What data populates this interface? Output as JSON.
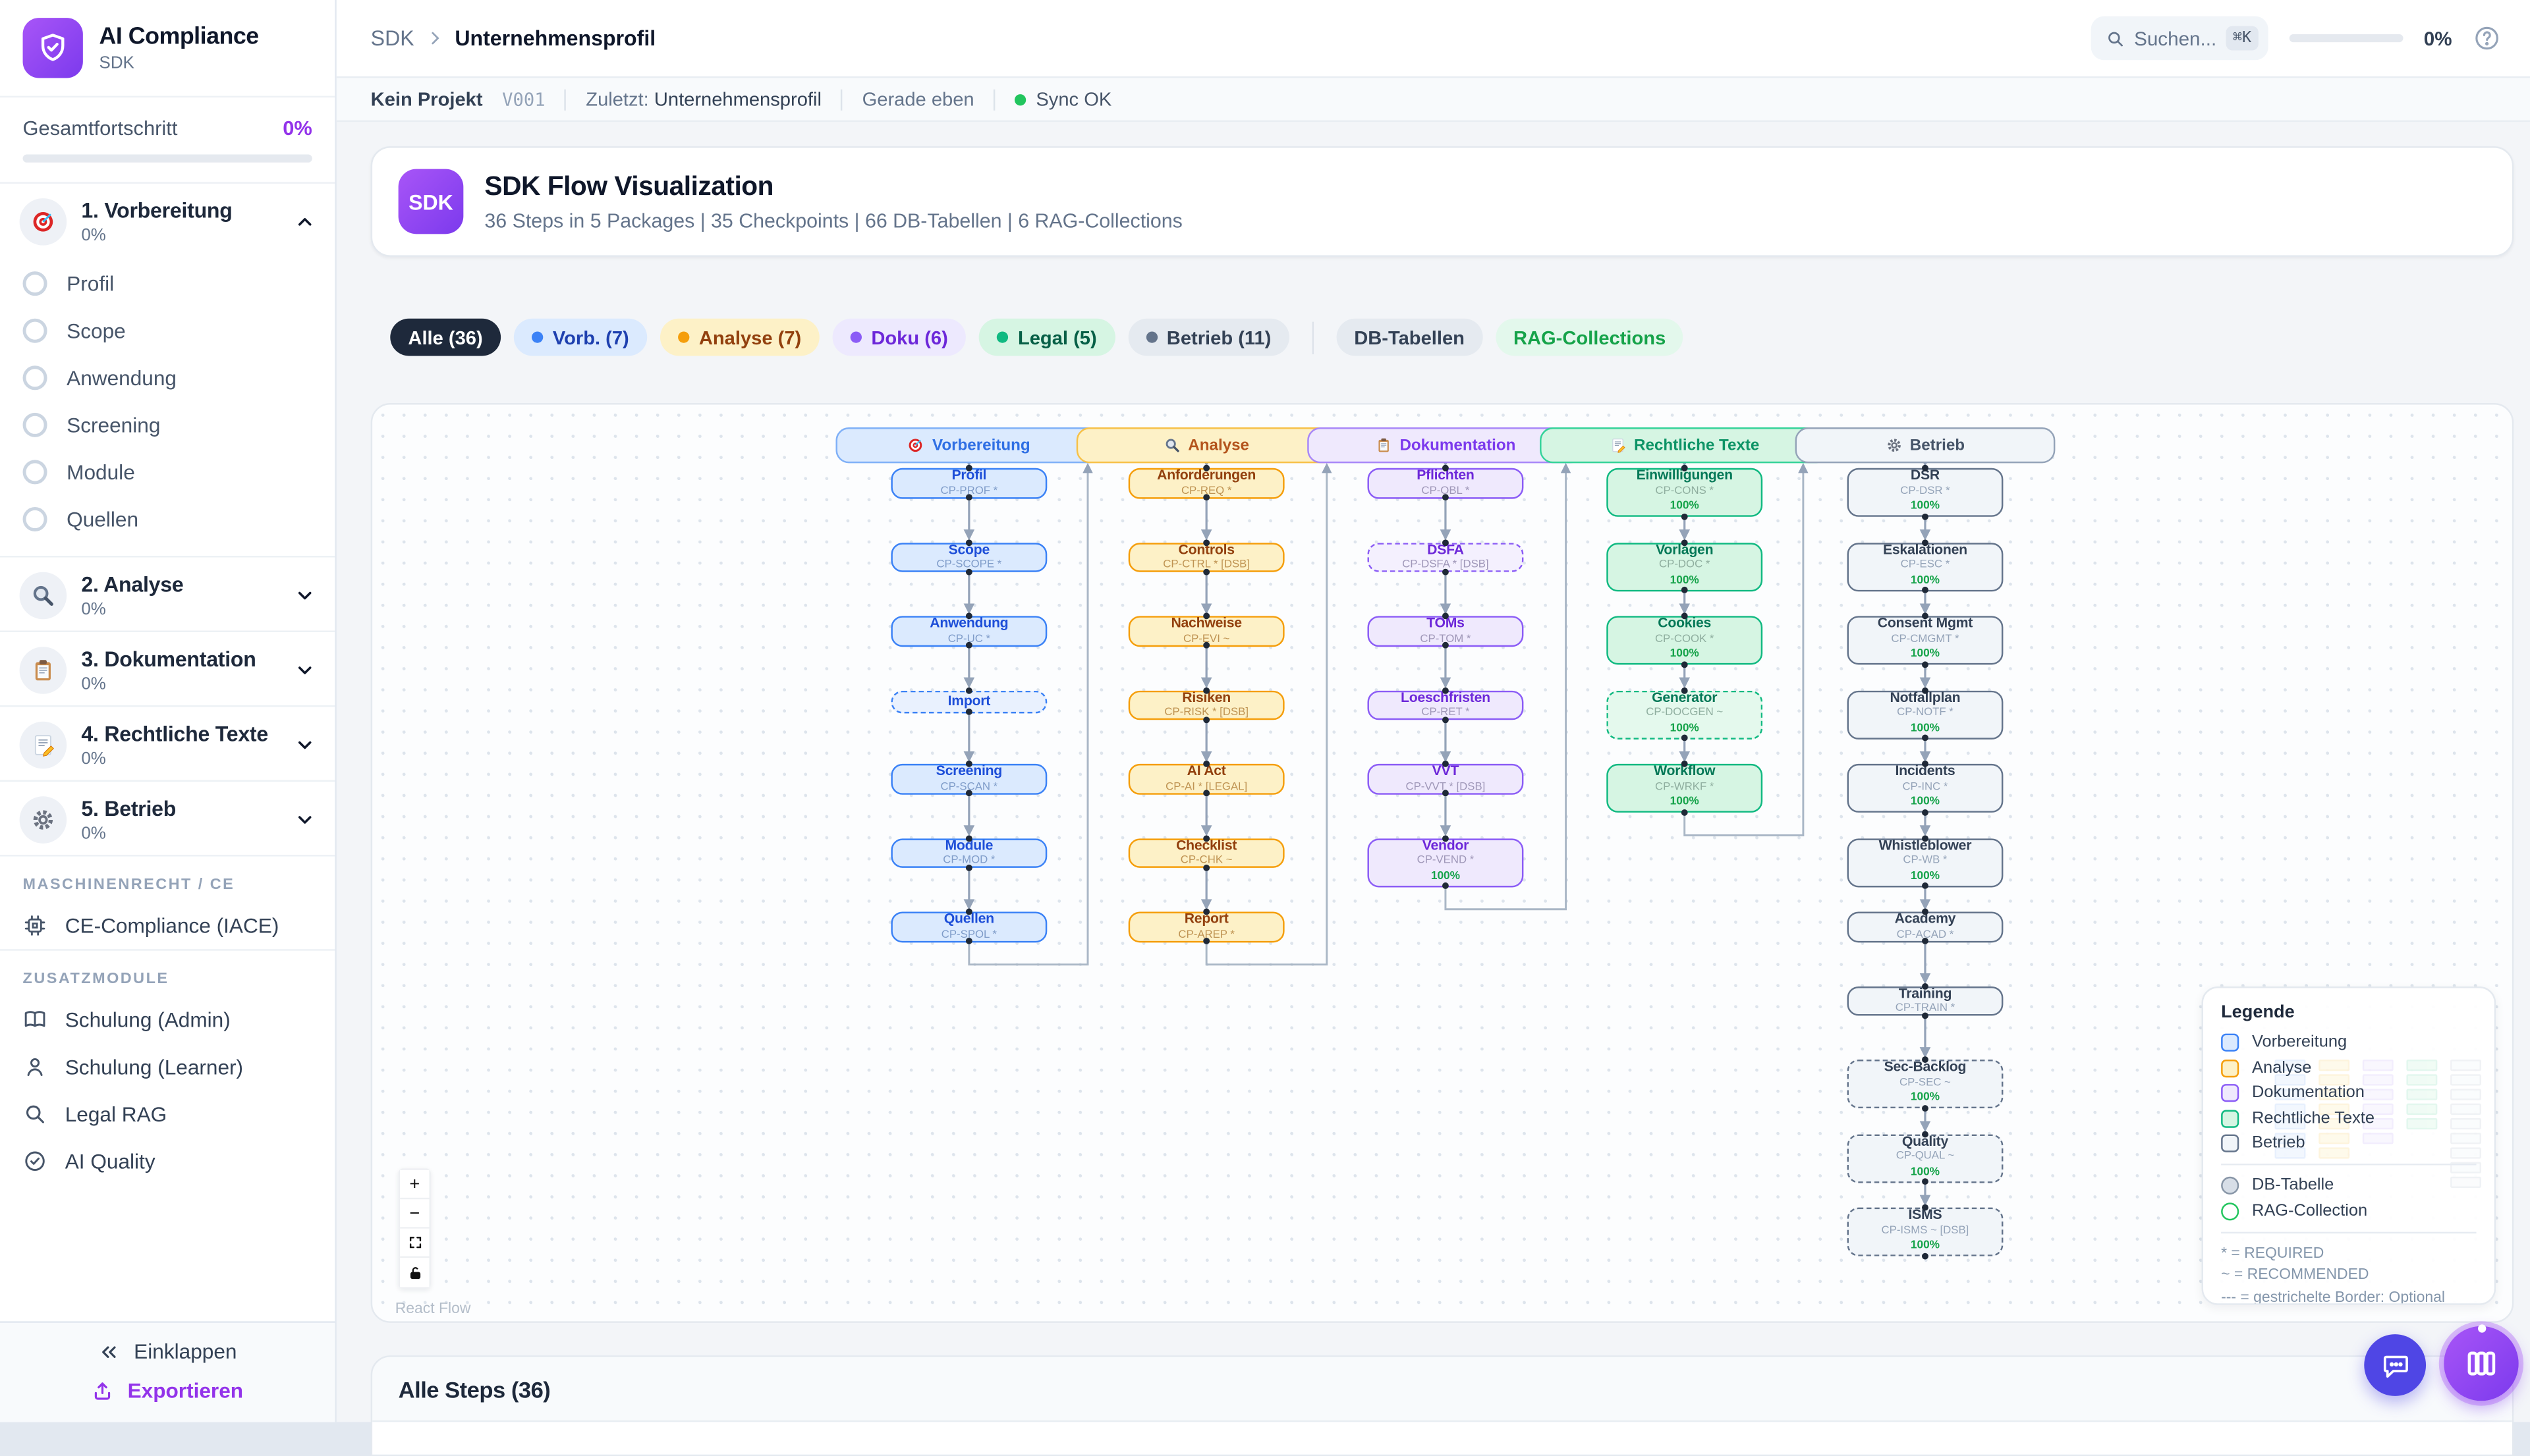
{
  "app": {
    "title": "AI Compliance",
    "subtitle": "SDK"
  },
  "sidebar": {
    "progress_label": "Gesamtfortschritt",
    "progress_value": "0%",
    "sections": [
      {
        "icon": "target",
        "label": "1. Vorbereitung",
        "progress": "0%",
        "expanded": true,
        "items": [
          "Profil",
          "Scope",
          "Anwendung",
          "Screening",
          "Module",
          "Quellen"
        ]
      },
      {
        "icon": "magnifier",
        "label": "2. Analyse",
        "progress": "0%",
        "expanded": false,
        "items": []
      },
      {
        "icon": "clipboard",
        "label": "3. Dokumentation",
        "progress": "0%",
        "expanded": false,
        "items": []
      },
      {
        "icon": "memo",
        "label": "4. Rechtliche Texte",
        "progress": "0%",
        "expanded": false,
        "items": []
      },
      {
        "icon": "gear",
        "label": "5. Betrieb",
        "progress": "0%",
        "expanded": false,
        "items": []
      }
    ],
    "groups": [
      {
        "label": "MASCHINENRECHT / CE",
        "items": [
          {
            "icon": "chip",
            "label": "CE-Compliance (IACE)"
          }
        ]
      },
      {
        "label": "ZUSATZMODULE",
        "items": [
          {
            "icon": "book",
            "label": "Schulung (Admin)"
          },
          {
            "icon": "person",
            "label": "Schulung (Learner)"
          },
          {
            "icon": "search",
            "label": "Legal RAG"
          },
          {
            "icon": "check-circle",
            "label": "AI Quality"
          }
        ]
      }
    ],
    "collapse_label": "Einklappen",
    "export_label": "Exportieren"
  },
  "header": {
    "breadcrumb_root": "SDK",
    "breadcrumb_current": "Unternehmensprofil",
    "search_placeholder": "Suchen...",
    "search_shortcut": "⌘K",
    "progress_value": "0%"
  },
  "statusbar": {
    "project": "Kein Projekt",
    "version": "V001",
    "last_label": "Zuletzt:",
    "last_value": "Unternehmensprofil",
    "time": "Gerade eben",
    "sync": "Sync OK",
    "sync_color": "#22c55e"
  },
  "hero": {
    "badge": "SDK",
    "title": "SDK Flow Visualization",
    "subtitle": "36 Steps in 5 Packages | 35 Checkpoints | 66 DB-Tabellen | 6 RAG-Collections"
  },
  "filters": {
    "pills": [
      {
        "label": "Alle (36)",
        "active": true,
        "bg": "#1e293b",
        "fg": "#ffffff"
      },
      {
        "label": "Vorb. (7)",
        "dot": "#3b82f6",
        "bg": "#dbeafe",
        "fg": "#1e40af"
      },
      {
        "label": "Analyse (7)",
        "dot": "#f59e0b",
        "bg": "#fdf1c7",
        "fg": "#92400e"
      },
      {
        "label": "Doku (6)",
        "dot": "#8b5cf6",
        "bg": "#ede9fe",
        "fg": "#6d28d9"
      },
      {
        "label": "Legal (5)",
        "dot": "#10b981",
        "bg": "#d6f5e3",
        "fg": "#065f46"
      },
      {
        "label": "Betrieb (11)",
        "dot": "#64748b",
        "bg": "#e5eaf0",
        "fg": "#334155"
      }
    ],
    "extras": [
      {
        "label": "DB-Tabellen",
        "bg": "#e5eaf0",
        "fg": "#334155"
      },
      {
        "label": "RAG-Collections",
        "bg": "#e3f8ec",
        "fg": "#16a34a"
      }
    ]
  },
  "flow": {
    "attribution": "React Flow",
    "packages": [
      {
        "id": "vorbereitung",
        "label": "Vorbereitung",
        "icon": "target",
        "colors": {
          "border": "#3b82f6",
          "fill": "#dbeafe",
          "soft": "#e9f1fe",
          "title": "#1d4ed8",
          "code": "#7f9cc9",
          "hborder": "#7fb0f7",
          "hfill": "#dbeafe",
          "htext": "#2f6fe4"
        },
        "steps": [
          {
            "title": "Profil",
            "code": "CP-PROF *"
          },
          {
            "title": "Scope",
            "code": "CP-SCOPE *"
          },
          {
            "title": "Anwendung",
            "code": "CP-UC *"
          },
          {
            "title": "Import",
            "code": "",
            "dashed": true
          },
          {
            "title": "Screening",
            "code": "CP-SCAN *"
          },
          {
            "title": "Module",
            "code": "CP-MOD *"
          },
          {
            "title": "Quellen",
            "code": "CP-SPOL *"
          }
        ]
      },
      {
        "id": "analyse",
        "label": "Analyse",
        "icon": "magnifier",
        "colors": {
          "border": "#f59e0b",
          "fill": "#fdf1c7",
          "soft": "#fdf6dd",
          "title": "#92400e",
          "code": "#bf9352",
          "hborder": "#f7c148",
          "hfill": "#fdf1c7",
          "htext": "#b4541d"
        },
        "steps": [
          {
            "title": "Anforderungen",
            "code": "CP-REQ *"
          },
          {
            "title": "Controls",
            "code": "CP-CTRL * [DSB]"
          },
          {
            "title": "Nachweise",
            "code": "CP-EVI ~"
          },
          {
            "title": "Risiken",
            "code": "CP-RISK * [DSB]"
          },
          {
            "title": "AI Act",
            "code": "CP-AI * [LEGAL]"
          },
          {
            "title": "Checklist",
            "code": "CP-CHK ~"
          },
          {
            "title": "Report",
            "code": "CP-AREP *"
          }
        ]
      },
      {
        "id": "dokumentation",
        "label": "Dokumentation",
        "icon": "clipboard",
        "colors": {
          "border": "#8b5cf6",
          "fill": "#efe9fd",
          "soft": "#f4f0fe",
          "title": "#6d28d9",
          "code": "#9f97b8",
          "hborder": "#a887f8",
          "hfill": "#efe9fd",
          "htext": "#7c3aed"
        },
        "steps": [
          {
            "title": "Pflichten",
            "code": "CP-OBL *"
          },
          {
            "title": "DSFA",
            "code": "CP-DSFA * [DSB]",
            "dashed": true
          },
          {
            "title": "TOMs",
            "code": "CP-TOM *"
          },
          {
            "title": "Loeschfristen",
            "code": "CP-RET *"
          },
          {
            "title": "VVT",
            "code": "CP-VVT * [DSB]"
          },
          {
            "title": "Vendor",
            "code": "CP-VEND *",
            "progress": "100%"
          }
        ]
      },
      {
        "id": "legal",
        "label": "Rechtliche Texte",
        "icon": "memo",
        "colors": {
          "border": "#10b981",
          "fill": "#d6f5e3",
          "soft": "#e4f9ed",
          "title": "#047857",
          "code": "#8fae9f",
          "hborder": "#34d399",
          "hfill": "#d6f5e3",
          "htext": "#0d9466"
        },
        "steps": [
          {
            "title": "Einwilligungen",
            "code": "CP-CONS *",
            "progress": "100%"
          },
          {
            "title": "Vorlagen",
            "code": "CP-DOC *",
            "progress": "100%"
          },
          {
            "title": "Cookies",
            "code": "CP-COOK *",
            "progress": "100%"
          },
          {
            "title": "Generator",
            "code": "CP-DOCGEN ~",
            "progress": "100%",
            "dashed": true
          },
          {
            "title": "Workflow",
            "code": "CP-WRKF *",
            "progress": "100%"
          }
        ]
      },
      {
        "id": "betrieb",
        "label": "Betrieb",
        "icon": "gear",
        "colors": {
          "border": "#64748b",
          "fill": "#f1f5f9",
          "soft": "#f1f5f9",
          "title": "#334155",
          "code": "#94a3b8",
          "hborder": "#94a3b8",
          "hfill": "#f1f5f9",
          "htext": "#475569"
        },
        "steps": [
          {
            "title": "DSR",
            "code": "CP-DSR *",
            "progress": "100%"
          },
          {
            "title": "Eskalationen",
            "code": "CP-ESC *",
            "progress": "100%"
          },
          {
            "title": "Consent Mgmt",
            "code": "CP-CMGMT *",
            "progress": "100%"
          },
          {
            "title": "Notfallplan",
            "code": "CP-NOTF *",
            "progress": "100%"
          },
          {
            "title": "Incidents",
            "code": "CP-INC *",
            "progress": "100%"
          },
          {
            "title": "Whistleblower",
            "code": "CP-WB *",
            "progress": "100%"
          },
          {
            "title": "Academy",
            "code": "CP-ACAD *"
          },
          {
            "title": "Training",
            "code": "CP-TRAIN *"
          },
          {
            "title": "Sec-Backlog",
            "code": "CP-SEC ~",
            "progress": "100%",
            "dashed": true
          },
          {
            "title": "Quality",
            "code": "CP-QUAL ~",
            "progress": "100%",
            "dashed": true
          },
          {
            "title": "ISMS",
            "code": "CP-ISMS ~ [DSB]",
            "progress": "100%",
            "dashed": true
          }
        ]
      }
    ]
  },
  "legend": {
    "title": "Legende",
    "package_items": [
      {
        "label": "Vorbereitung",
        "fill": "#dbeafe",
        "border": "#3b82f6"
      },
      {
        "label": "Analyse",
        "fill": "#fdf1c7",
        "border": "#f59e0b"
      },
      {
        "label": "Dokumentation",
        "fill": "#efe9fd",
        "border": "#8b5cf6"
      },
      {
        "label": "Rechtliche Texte",
        "fill": "#d6f5e3",
        "border": "#10b981"
      },
      {
        "label": "Betrieb",
        "fill": "#f1f5f9",
        "border": "#64748b"
      }
    ],
    "shape_items": [
      {
        "label": "DB-Tabelle",
        "shape": "circle",
        "fill": "#d7dee7",
        "border": "#8896a7"
      },
      {
        "label": "RAG-Collection",
        "shape": "circle",
        "fill": "#ffffff",
        "border": "#22c55e"
      }
    ],
    "notes": [
      "* = REQUIRED",
      "~ = RECOMMENDED",
      "--- = gestrichelte Border: Optional"
    ]
  },
  "bottom": {
    "heading": "Alle Steps (36)"
  }
}
